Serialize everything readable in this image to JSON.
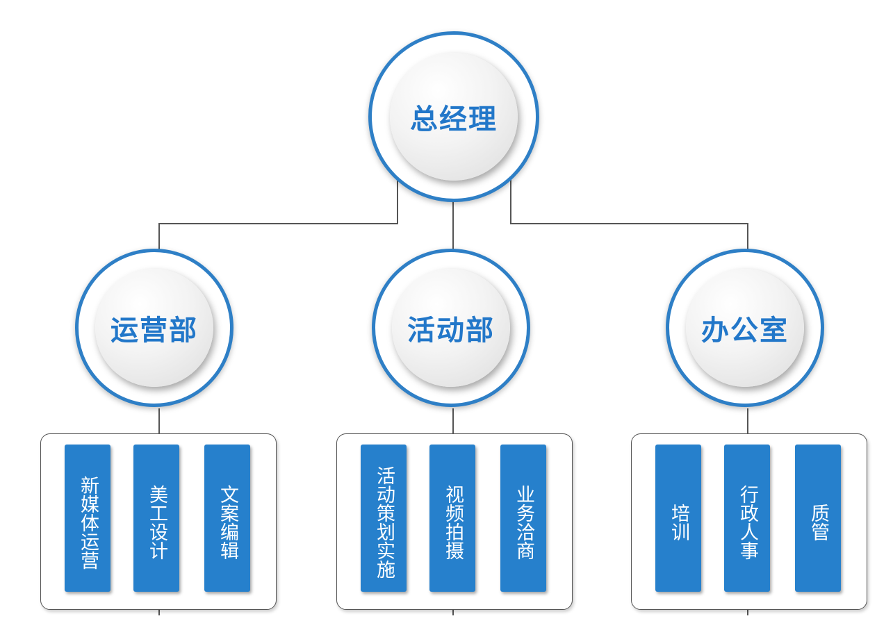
{
  "root": {
    "label": "总经理"
  },
  "departments": [
    {
      "label": "运营部",
      "teams": [
        "新媒体运营",
        "美工设计",
        "文案编辑"
      ]
    },
    {
      "label": "活动部",
      "teams": [
        "活动策划实施",
        "视频拍摄",
        "业务洽商"
      ]
    },
    {
      "label": "办公室",
      "teams": [
        "培训",
        "行政人事",
        "质管"
      ]
    }
  ],
  "colors": {
    "ring": "#2e7fc6",
    "label_text": "#2277c9",
    "card_fill": "#2680cc",
    "connector": "#555555"
  }
}
